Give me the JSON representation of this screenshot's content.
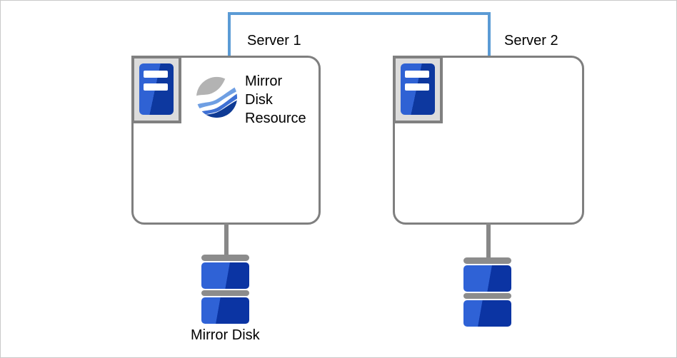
{
  "diagram": {
    "title": "mirror-disk-cluster-diagram",
    "server1": {
      "label": "Server 1"
    },
    "server2": {
      "label": "Server 2"
    },
    "mirror_disk_resource": {
      "lines": [
        "Mirror",
        "Disk",
        "Resource"
      ]
    },
    "mirror_disk": {
      "label": "Mirror Disk"
    },
    "icons": {
      "server_tower": "server-tower-icon",
      "mirror_disk_resource": "mirror-disk-resource-swirl-icon",
      "mirror_disk": "mirror-disk-icon"
    },
    "colors": {
      "interconnect_blue": "#5b9bd5",
      "outline_gray": "#7f7f7f",
      "connector_gray": "#888888",
      "disk_cap_gray": "#8c8c8c",
      "icon_frame_fill": "#dcdcdc",
      "icon_frame_border": "#808080",
      "server_blue_light": "#2f62d4",
      "server_blue_dark": "#0d389f",
      "disk_blue_light": "#2f62d6",
      "disk_blue_dark": "#0b34a3",
      "swirl_gray": "#b3b3b3",
      "swirl_light_blue": "#6f9fe3",
      "swirl_mid_blue": "#3e70d4",
      "swirl_navy": "#0e3a94"
    }
  }
}
